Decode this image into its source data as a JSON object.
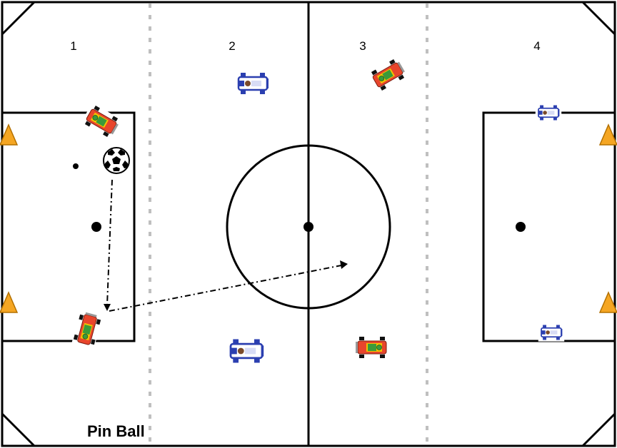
{
  "title": "Pin Ball",
  "zones": [
    {
      "label": "1"
    },
    {
      "label": "2"
    },
    {
      "label": "3"
    },
    {
      "label": "4"
    }
  ],
  "colors": {
    "line": "#000000",
    "zone_divider": "#bfbfbf",
    "cone": "#f5a623",
    "cone_stroke": "#b37000",
    "team_red": "#e8452c",
    "team_red_trim": "#f2c200",
    "team_red_driver": "#3a9a3a",
    "team_blue": "#2b3fb0",
    "team_blue_body": "#ffffff",
    "team_blue_driver": "#7a4a2a"
  },
  "icons": {
    "ball": "soccer-ball-icon",
    "cone": "cone-icon",
    "red_kart": "red-kart-icon",
    "blue_kart": "blue-kart-icon"
  }
}
